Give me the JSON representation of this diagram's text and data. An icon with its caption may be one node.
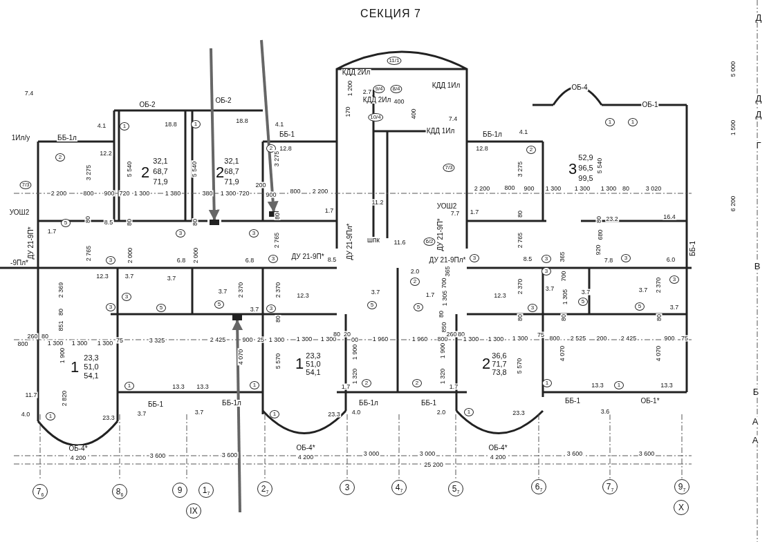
{
  "diagram": {
    "title": "СЕКЦИЯ 7",
    "nodes": [
      {
        "text": [],
        "shape": "box"
      },
      {
        "text": [],
        "shape": "box"
      },
      {
        "text": [],
        "shape": "box"
      }
    ],
    "edges": [
      {
        "from": null,
        "to": 0,
        "arrow": "to"
      },
      {
        "from": null,
        "to": 1,
        "arrow": "to"
      },
      {
        "from": null,
        "to": 2,
        "arrow": "to"
      }
    ],
    "labels": [
      "Д",
      "5 000",
      "Д",
      "Д",
      "1 500",
      "Г",
      "6 200",
      "В",
      "Б",
      "А",
      "А",
      "7.4",
      "1Ил/у",
      "11/1",
      "КДД 2Ил",
      "9/4",
      "8/4",
      "2.7",
      "1 200",
      "КДД 1Ил",
      "КДД 2Ил",
      "400",
      "10/4",
      "170",
      "400",
      "7.4",
      "КДД 1Ил",
      "ОБ-2",
      "ОБ-2",
      "ОБ-4",
      "ОБ-1",
      "4.1",
      "1",
      "18.8",
      "1",
      "18.8",
      "1",
      "1",
      "4.1",
      "4.1",
      "ББ-1л",
      "ББ-1",
      "ББ-1л",
      "2",
      "12.2",
      "2",
      "12.8",
      "12.8",
      "2",
      "7/3",
      "3 275",
      "5 540",
      "2",
      "32,1",
      "68,7",
      "71,9",
      "5 540",
      "2",
      "32,1",
      "68,7",
      "71,9",
      "3 275",
      "7/3",
      "3 275",
      "3",
      "52,9",
      "96,5",
      "99,5",
      "5 540",
      "2 200",
      "800",
      "900",
      "720",
      "1 300",
      "1 380",
      "380",
      "1 300",
      "720",
      "200",
      "900",
      "800",
      "2 200",
      "2 200",
      "800",
      "900",
      "1 300",
      "1 300",
      "1 300",
      "80",
      "3 020",
      "11.2",
      "УОШ2",
      "УОШ2",
      "7.7",
      "5",
      "1.7",
      "1.7",
      "1.7",
      "80",
      "8.5",
      "80",
      "80",
      "80",
      "80",
      "80",
      "23.2",
      "16.4",
      "3",
      "3",
      "ДУ 21-9П*",
      "2 765",
      "2 000",
      "2 000",
      "2 765",
      "2 765",
      "шпк",
      "11.6",
      "6/2",
      "ДУ 21-9Пл*",
      "ДУ 21-9П*",
      "680",
      "920",
      "-9Пл*",
      "3",
      "6.8",
      "6.8",
      "3",
      "8.5",
      "ДУ 21-9П*",
      "ДУ 21-9Пл*",
      "3",
      "8.5",
      "3",
      "365",
      "7.8",
      "3",
      "6.0",
      "ББ-1",
      "12.3",
      "3.7",
      "3.7",
      "2 369",
      "3",
      "3",
      "3.7",
      "5",
      "5",
      "2 370",
      "3.7",
      "3",
      "2 370",
      "12.3",
      "3.7",
      "5",
      "2.0",
      "2",
      "1.7",
      "5",
      "365",
      "700",
      "1 305",
      "12.3",
      "2 370",
      "3",
      "3",
      "3.7",
      "700",
      "1 305",
      "3.7",
      "5",
      "3.7",
      "5",
      "2 370",
      "3",
      "3.7",
      "80",
      "851",
      "80",
      "80",
      "850",
      "80",
      "80",
      "80",
      "260",
      "80",
      "800",
      "1 300",
      "1 300",
      "1 300",
      "75",
      "3 325",
      "2 425",
      "900",
      "25",
      "1 300",
      "1 300",
      "1 300",
      "80",
      "20",
      "00",
      "1 960",
      "1 960",
      "800",
      "260",
      "80",
      "1 300",
      "1 300",
      "1 300",
      "75",
      "800",
      "2 525",
      "200",
      "2 425",
      "900",
      "75",
      "1 900",
      "1",
      "23,3",
      "51,0",
      "54,1",
      "4 070",
      "1 900",
      "1 900",
      "5 570",
      "1",
      "23,3",
      "51,0",
      "54,1",
      "2",
      "36,6",
      "71,7",
      "73,8",
      "5 570",
      "4 070",
      "4 070",
      "1 320",
      "1 320",
      "11.7",
      "2 820",
      "1",
      "13.3",
      "13.3",
      "1",
      "1.7",
      "2",
      "2",
      "1.7",
      "1",
      "13.3",
      "1",
      "13.3",
      "ББ-1",
      "ББ-1л",
      "ББ-1л",
      "ББ-1",
      "ББ-1",
      "ОБ-1*",
      "4.0",
      "1",
      "23.3",
      "3.7",
      "3.7",
      "1",
      "23.3",
      "4.0",
      "2.0",
      "1",
      "23.3",
      "3.6",
      "ОБ-4*",
      "4 200",
      "3 600",
      "3 600",
      "ОБ-4*",
      "4 200",
      "3 000",
      "3 000",
      "ОБ-4*",
      "4 200",
      "3 600",
      "3 600",
      "25 200",
      "7$_{6}$",
      "8$_{6}$",
      "9",
      "1$_{7}$",
      "IX",
      "2$_{7}$",
      "3",
      "4$_{7}$",
      "5$_{7}$",
      "6$_{7}$",
      "7$_{7}$",
      "9$_{7}$",
      "X"
    ]
  }
}
